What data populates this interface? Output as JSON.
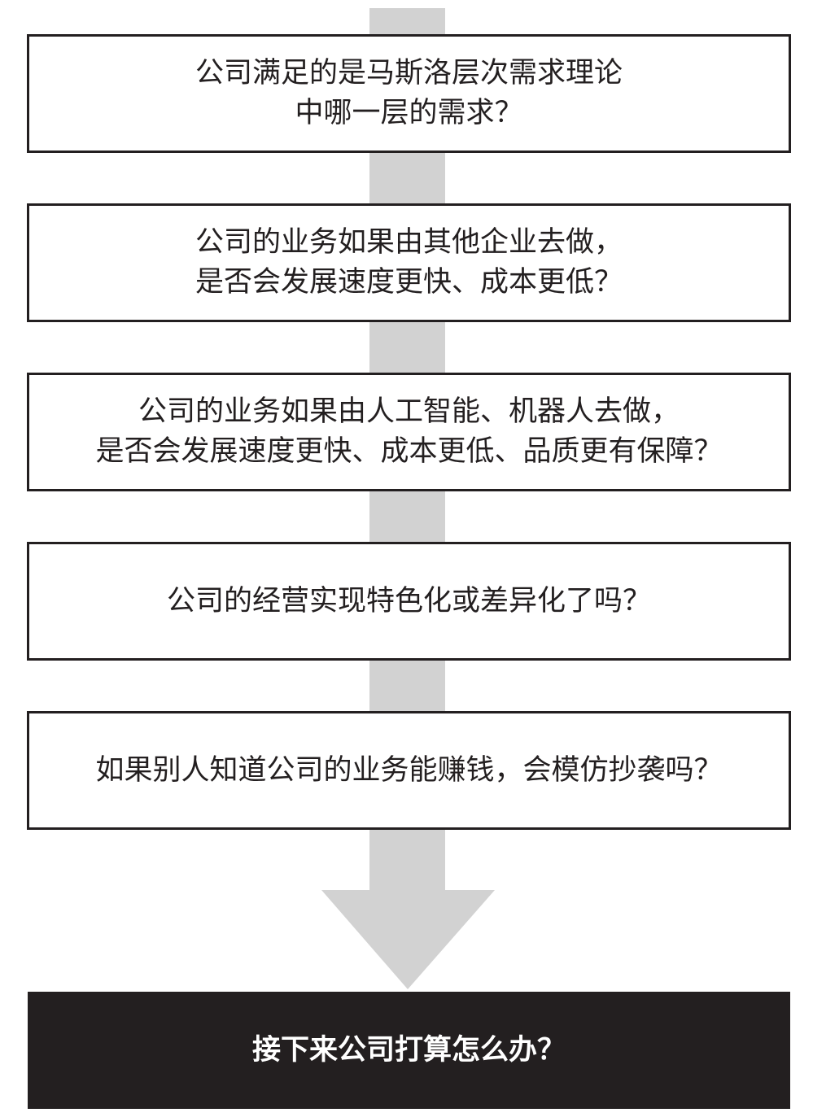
{
  "colors": {
    "arrow": "#d2d2d2",
    "border": "#231f20",
    "final_background": "#231f20",
    "final_text": "#ffffff"
  },
  "questions": [
    {
      "line1": "公司满足的是马斯洛层次需求理论",
      "line2": "中哪一层的需求？"
    },
    {
      "line1": "公司的业务如果由其他企业去做，",
      "line2": "是否会发展速度更快、成本更低？"
    },
    {
      "line1": "公司的业务如果由人工智能、机器人去做，",
      "line2": "是否会发展速度更快、成本更低、品质更有保障？"
    },
    {
      "line1": "公司的经营实现特色化或差异化了吗？"
    },
    {
      "line1": "如果别人知道公司的业务能赚钱，会模仿抄袭吗？"
    }
  ],
  "conclusion": "接下来公司打算怎么办？"
}
